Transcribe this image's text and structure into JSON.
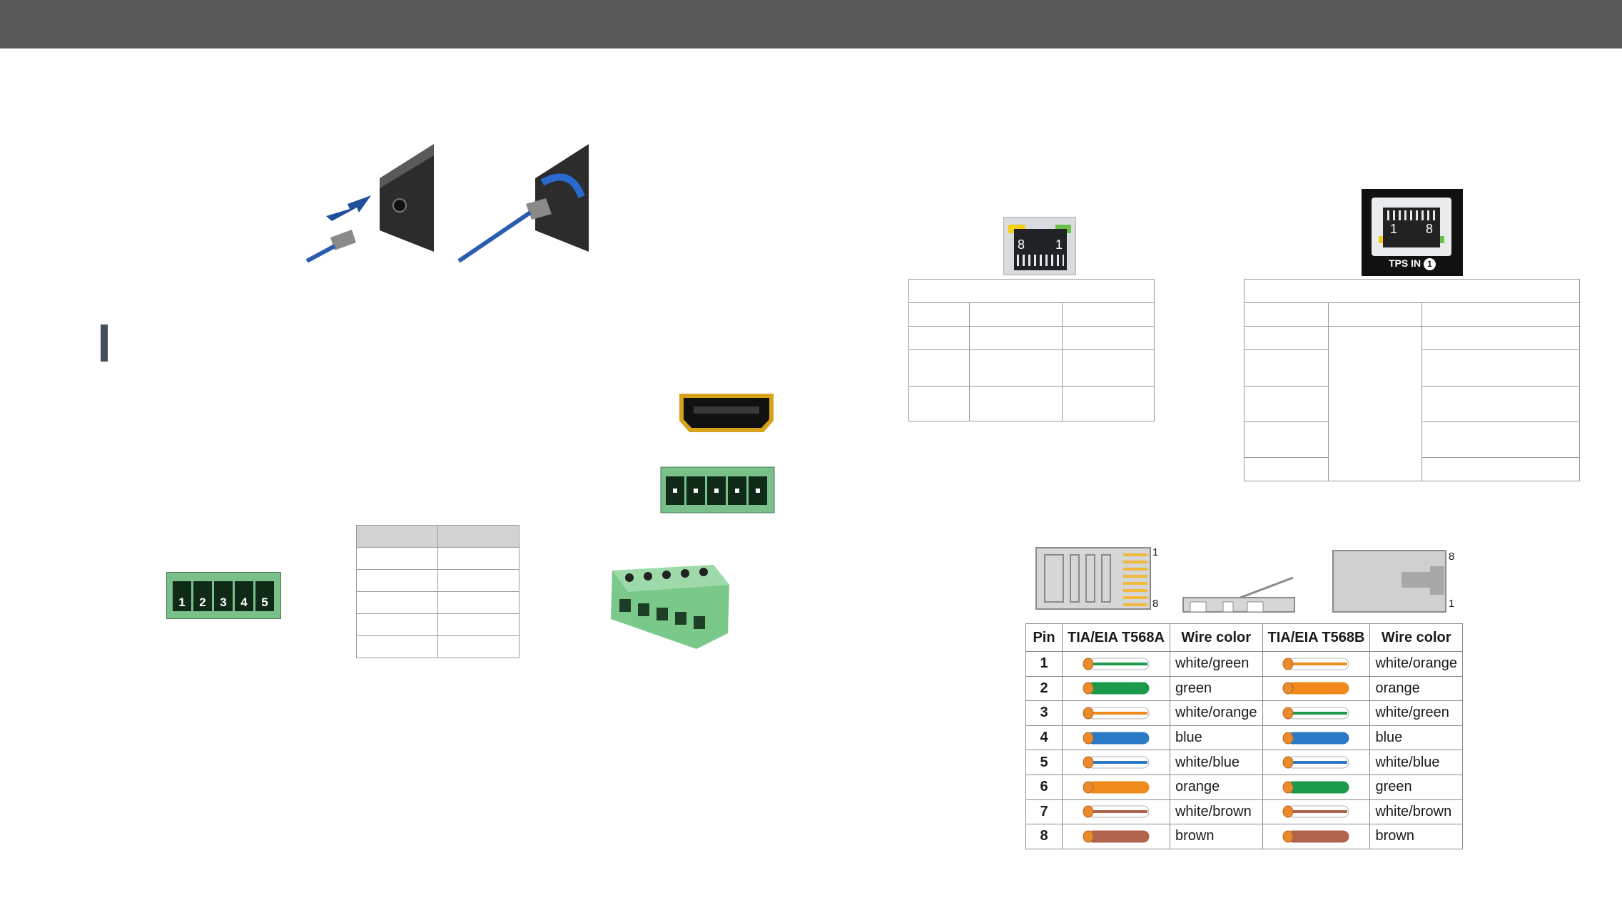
{
  "header": {
    "bar_color": "#585858"
  },
  "icons": {
    "power_plug": "dc-plug-insert-icon",
    "locking_plug": "locking-dc-plug-icon",
    "hdmi": "hdmi-port-icon",
    "terminal_front": "phoenix-5pole-connector-icon",
    "terminal_3d": "phoenix-plug-icon",
    "rj45_front": "rj45-port-icon",
    "tps_in": "tps-in-port-icon",
    "rj45_plug": "rj45-plug-icon"
  },
  "labels": {
    "terminal_pins": [
      "1",
      "2",
      "3",
      "4",
      "5"
    ],
    "rj45_pin_left": "8",
    "rj45_pin_right": "1",
    "tps_pin_left": "1",
    "tps_pin_right": "8",
    "tps_port_label": "TPS IN",
    "tps_port_number": "1",
    "plug_top_pin": "1",
    "plug_bottom_pin": "8",
    "plug_side_top_pin": "8",
    "plug_side_bottom_pin": "1"
  },
  "wiring_table": {
    "headers": [
      "Pin",
      "TIA/EIA T568A",
      "Wire color",
      "TIA/EIA T568B",
      "Wire color"
    ],
    "rows": [
      {
        "pin": "1",
        "a_color": "white/green",
        "b_color": "white/orange"
      },
      {
        "pin": "2",
        "a_color": "green",
        "b_color": "orange"
      },
      {
        "pin": "3",
        "a_color": "white/orange",
        "b_color": "white/green"
      },
      {
        "pin": "4",
        "a_color": "blue",
        "b_color": "blue"
      },
      {
        "pin": "5",
        "a_color": "white/blue",
        "b_color": "white/blue"
      },
      {
        "pin": "6",
        "a_color": "orange",
        "b_color": "green"
      },
      {
        "pin": "7",
        "a_color": "white/brown",
        "b_color": "white/brown"
      },
      {
        "pin": "8",
        "a_color": "brown",
        "b_color": "brown"
      }
    ]
  },
  "wire_colors": {
    "green": "#1b9a4b",
    "orange": "#f08a1c",
    "blue": "#2a7ac6",
    "brown": "#b0644e"
  }
}
